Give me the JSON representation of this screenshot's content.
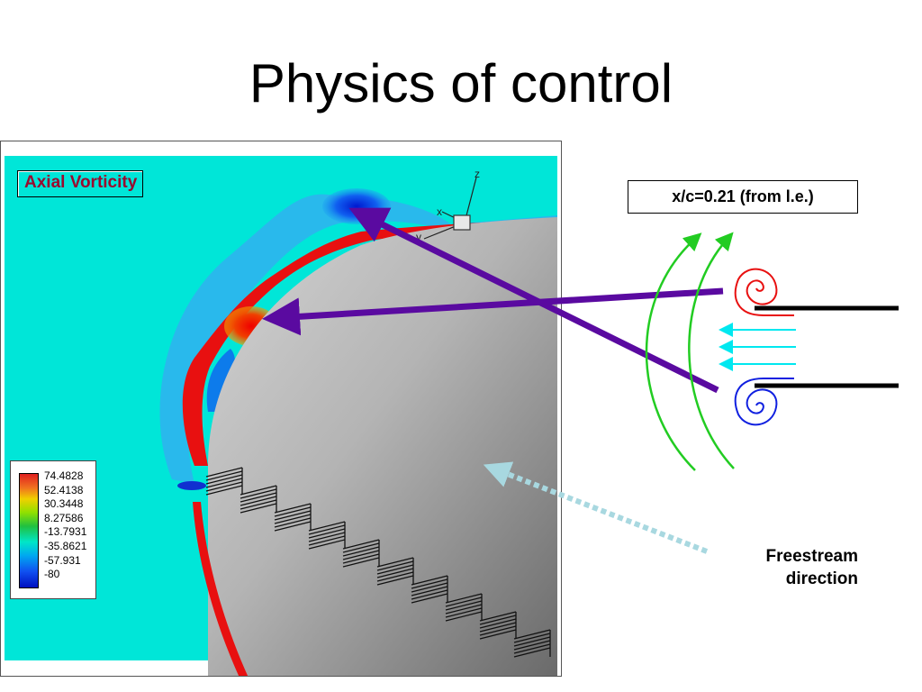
{
  "slide": {
    "title": "Physics of control"
  },
  "figure": {
    "label": "Axial Vorticity",
    "axis_labels": {
      "z": "z",
      "x": "x",
      "y": "y"
    },
    "legend_values": [
      "74.4828",
      "52.4138",
      "30.3448",
      "8.27586",
      "-13.7931",
      "-35.8621",
      "-57.931",
      "-80"
    ]
  },
  "schematic": {
    "position_label": "x/c=0.21 (from l.e.)",
    "freestream_line1": "Freestream",
    "freestream_line2": "direction"
  },
  "colors": {
    "background_flow": "#00e6d8",
    "positive_vorticity": "#e81010",
    "negative_vorticity": "#1040f0",
    "arrow": "#5a0aa0",
    "freestream_arrow": "#a8d8e0",
    "streamline": "#22cc22",
    "inflow_arrow": "#00e8f0"
  }
}
